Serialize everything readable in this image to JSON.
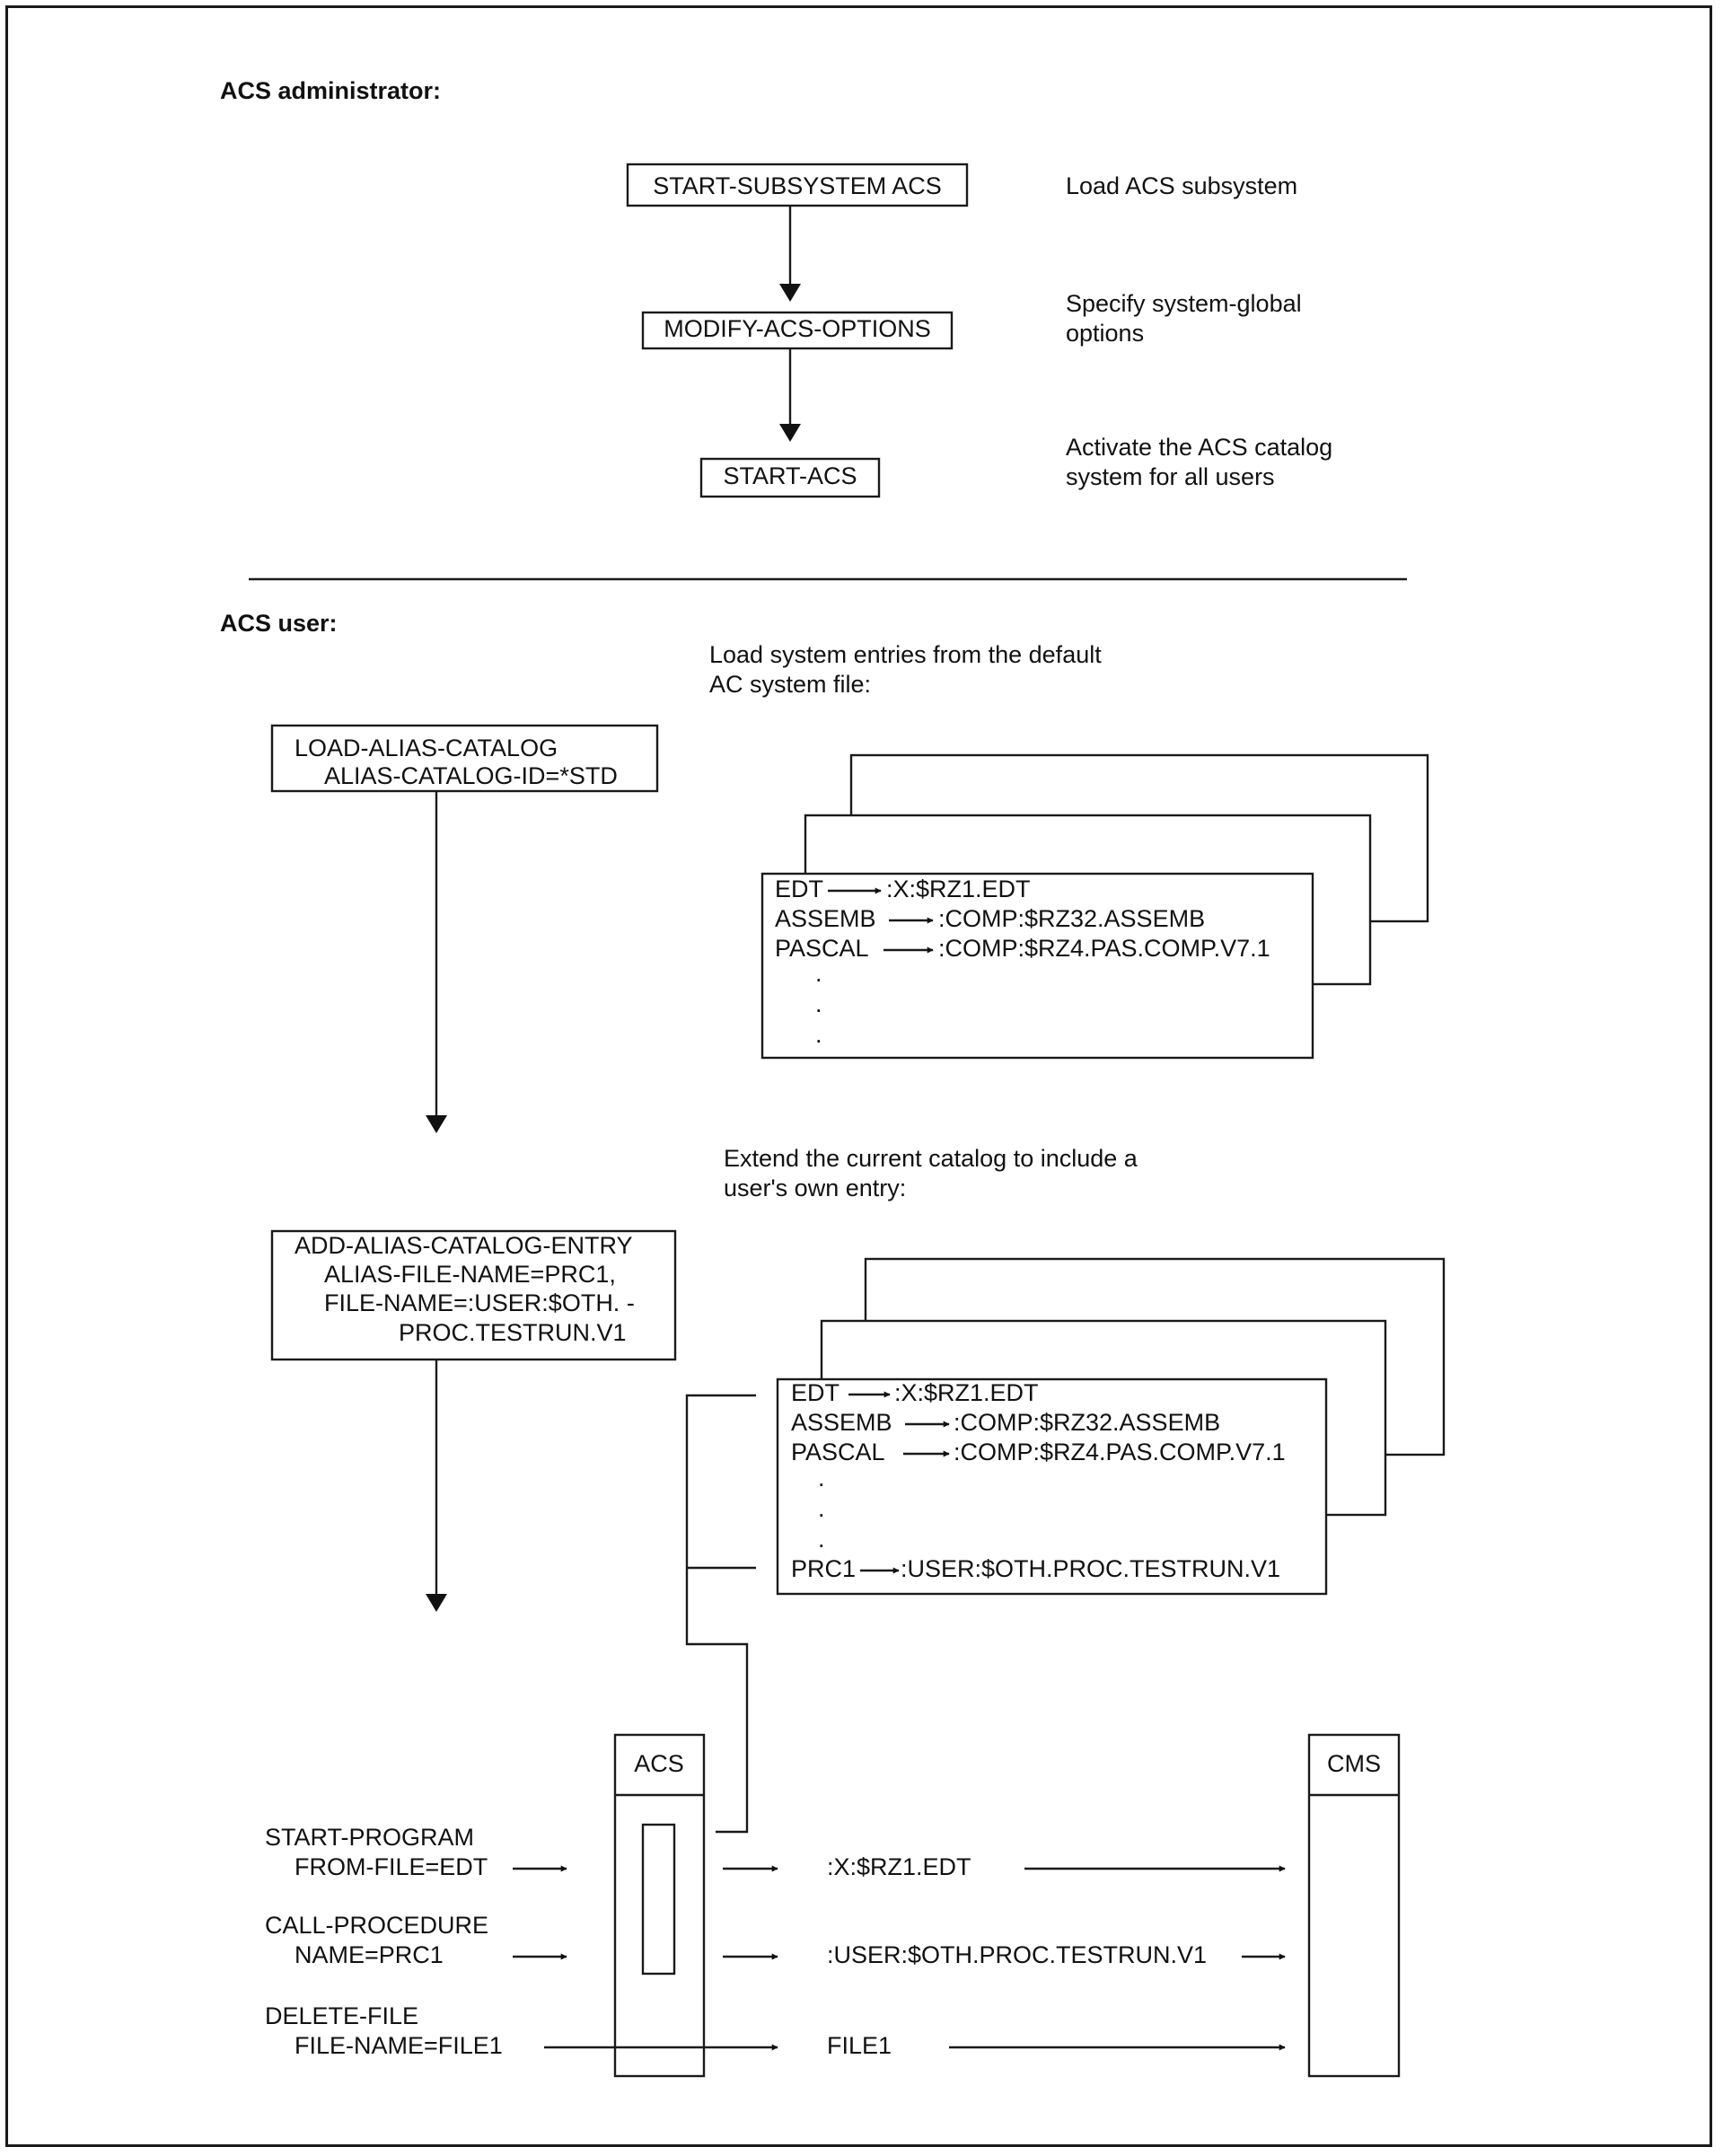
{
  "admin": {
    "heading": "ACS administrator:",
    "steps": [
      {
        "command": "START-SUBSYSTEM ACS",
        "description": [
          "Load ACS subsystem"
        ]
      },
      {
        "command": "MODIFY-ACS-OPTIONS",
        "description": [
          "Specify system-global",
          "options"
        ]
      },
      {
        "command": "START-ACS",
        "description": [
          "Activate the ACS catalog",
          "system for all users"
        ]
      }
    ]
  },
  "user": {
    "heading": "ACS user:",
    "load": {
      "caption": [
        "Load system entries from the default",
        "AC system file:"
      ],
      "command": [
        "LOAD-ALIAS-CATALOG",
        "ALIAS-CATALOG-ID=*STD"
      ],
      "entries": [
        {
          "alias": "EDT",
          "target": ":X:$RZ1.EDT"
        },
        {
          "alias": "ASSEMB",
          "target": ":COMP:$RZ32.ASSEMB"
        },
        {
          "alias": "PASCAL",
          "target": ":COMP:$RZ4.PAS.COMP.V7.1"
        }
      ],
      "ellipsis": "."
    },
    "extend": {
      "caption": [
        "Extend the current catalog to include a",
        "user's own entry:"
      ],
      "command": [
        "ADD-ALIAS-CATALOG-ENTRY",
        "ALIAS-FILE-NAME=PRC1,",
        "FILE-NAME=:USER:$OTH. -",
        "PROC.TESTRUN.V1"
      ],
      "entries": [
        {
          "alias": "EDT",
          "target": ":X:$RZ1.EDT"
        },
        {
          "alias": "ASSEMB",
          "target": ":COMP:$RZ32.ASSEMB"
        },
        {
          "alias": "PASCAL",
          "target": ":COMP:$RZ4.PAS.COMP.V7.1"
        }
      ],
      "ellipsis": ".",
      "new_entry": {
        "alias": "PRC1",
        "target": ":USER:$OTH.PROC.TESTRUN.V1"
      }
    },
    "flow": {
      "acs_label": "ACS",
      "cms_label": "CMS",
      "calls": [
        {
          "command": [
            "START-PROGRAM",
            "FROM-FILE=EDT"
          ],
          "resolved": ":X:$RZ1.EDT"
        },
        {
          "command": [
            "CALL-PROCEDURE",
            "NAME=PRC1"
          ],
          "resolved": ":USER:$OTH.PROC.TESTRUN.V1"
        },
        {
          "command": [
            "DELETE-FILE",
            "FILE-NAME=FILE1"
          ],
          "resolved": "FILE1"
        }
      ]
    }
  }
}
